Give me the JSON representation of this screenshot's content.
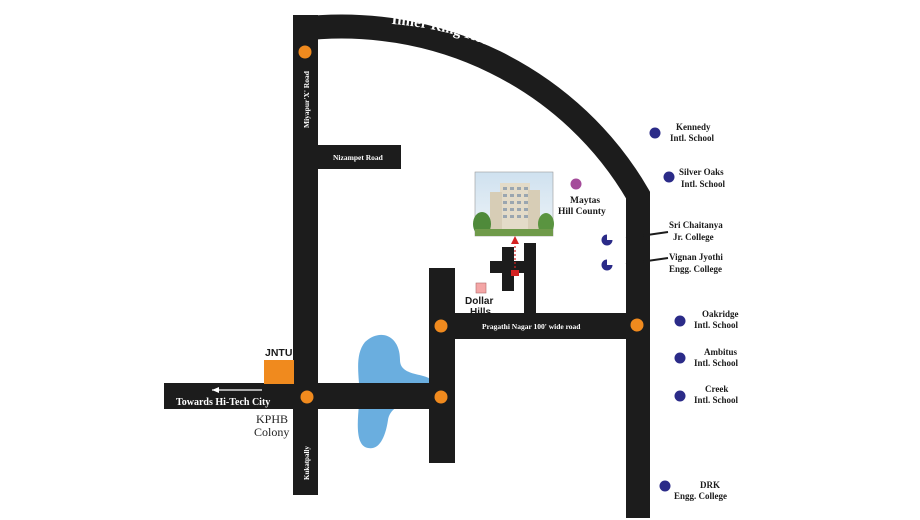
{
  "roads": {
    "inner_ring": "Inner Ring Road",
    "miyapur": "Miyapur'X' Road",
    "nizampet": "Nizampet Road",
    "pragathi": "Pragathi Nagar 100' wide road",
    "hitech": "Towards Hi-Tech City",
    "kukatpally": "Kukatpally"
  },
  "places": {
    "jntu": "JNTU",
    "kphb_1": "KPHB",
    "kphb_2": "Colony",
    "dollar_1": "Dollar",
    "dollar_2": "Hills",
    "maytas_1": "Maytas",
    "maytas_2": "Hill County"
  },
  "schools": [
    {
      "line1": "Kennedy",
      "line2": "Intl. School"
    },
    {
      "line1": "Silver Oaks",
      "line2": "Intl. School"
    },
    {
      "line1": "Sri Chaitanya",
      "line2": "Jr. College"
    },
    {
      "line1": "Vignan Jyothi",
      "line2": "Engg. College"
    },
    {
      "line1": "Oakridge",
      "line2": "Intl. School"
    },
    {
      "line1": "Ambitus",
      "line2": "Intl. School"
    },
    {
      "line1": "Creek",
      "line2": "Intl. School"
    },
    {
      "line1": "DRK",
      "line2": "Engg. College"
    }
  ],
  "colors": {
    "road": "#1c1c1c",
    "junction": "#f08a1e",
    "jntu": "#f08a1e",
    "lake": "#6aaedf",
    "school_dot": "#2b2b88",
    "maytas_dot": "#a44b9a",
    "dollar_square": "#f4a6a6",
    "site_marker": "#d42222"
  }
}
